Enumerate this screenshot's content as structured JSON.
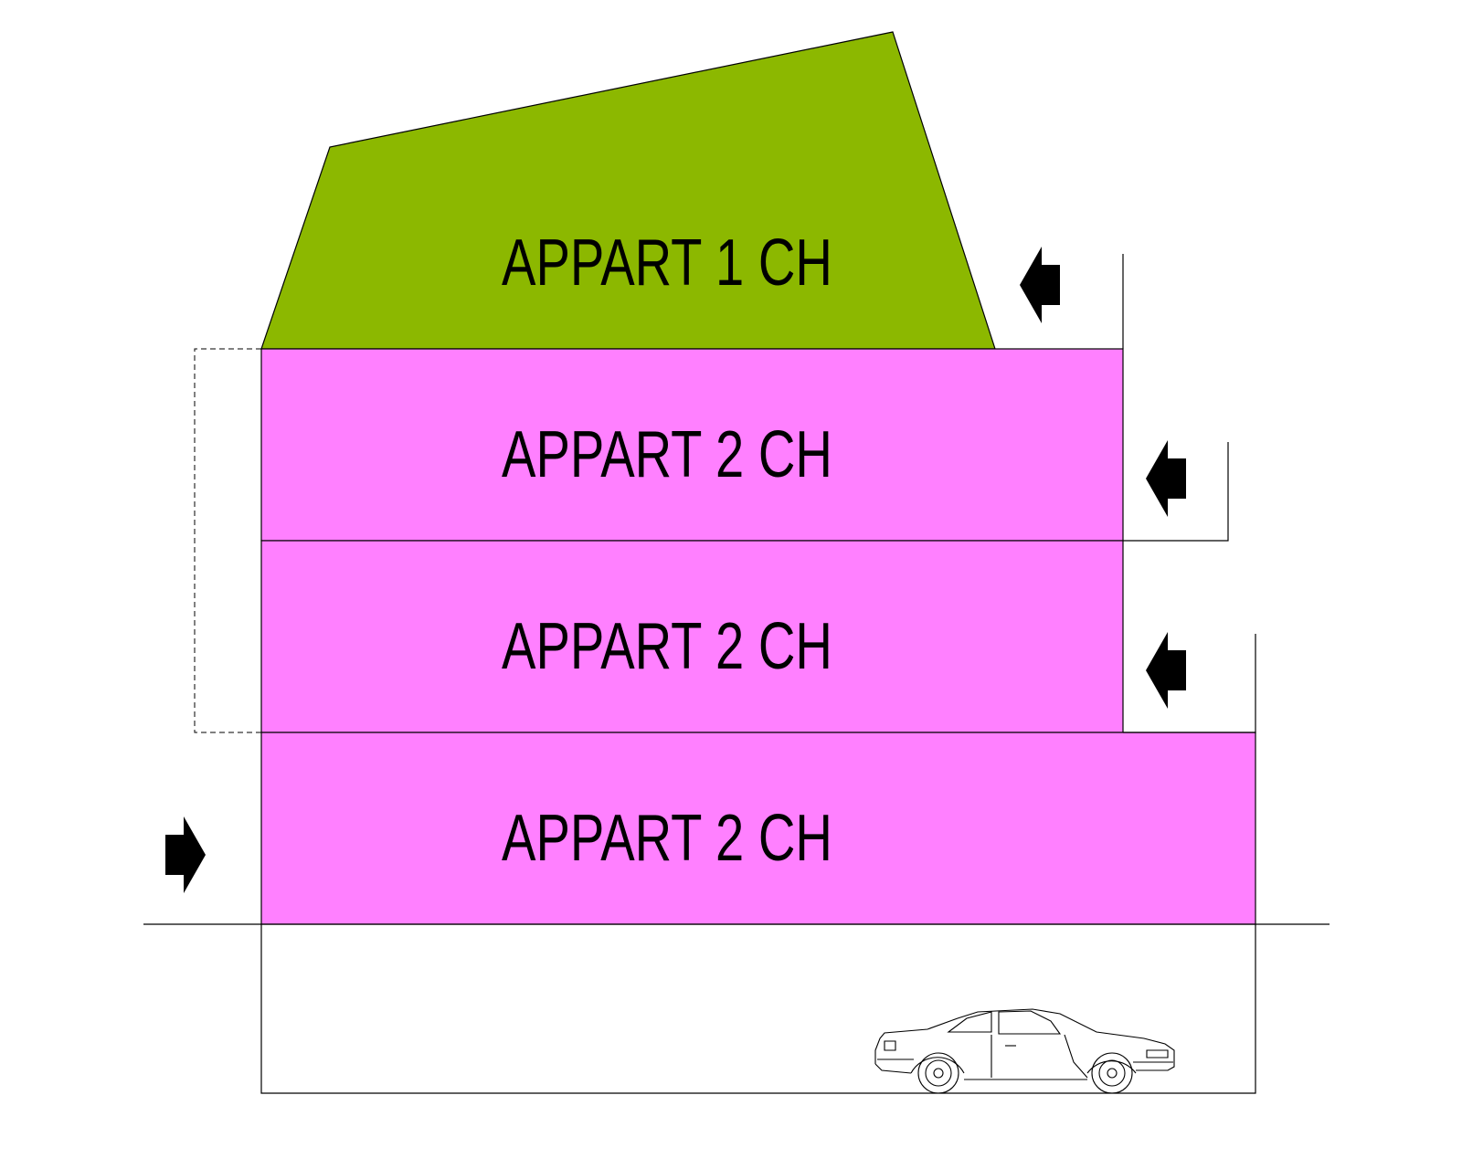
{
  "units": [
    {
      "label": "APPART 1 CH",
      "color": "#8cb800"
    },
    {
      "label": "APPART 2 CH",
      "color": "#ff80ff"
    },
    {
      "label": "APPART 2 CH",
      "color": "#ff80ff"
    },
    {
      "label": "APPART 2 CH",
      "color": "#ff80ff"
    }
  ],
  "colors": {
    "outline": "#000000",
    "background": "#ffffff"
  },
  "icons": {
    "entry_arrow_left": "arrow-left-icon",
    "entry_arrow_right": "arrow-right-icon",
    "car": "car-icon"
  }
}
